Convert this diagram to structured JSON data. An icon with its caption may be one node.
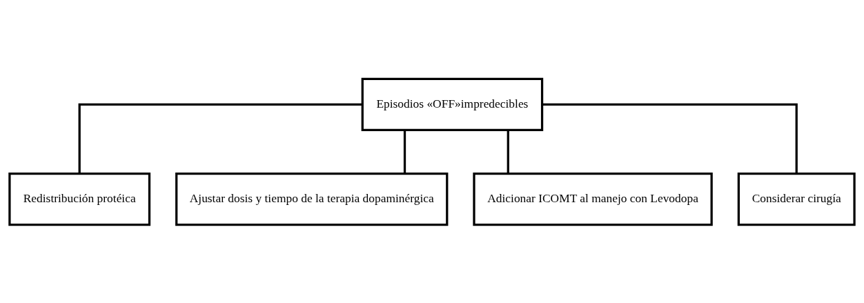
{
  "diagram": {
    "nodes": [
      {
        "text": [
          "Episodios «OFF»impredecibles"
        ]
      },
      {
        "text": [
          "Redistribución protéica"
        ]
      },
      {
        "text": [
          "Ajustar dosis y tiempo de la terapia dopaminérgica"
        ]
      },
      {
        "text": [
          "Adicionar ICOMT al manejo con Levodopa"
        ]
      },
      {
        "text": [
          "Considerar cirugía"
        ]
      }
    ],
    "edges": [
      {
        "from": 0,
        "to": 1,
        "arrow": "none"
      },
      {
        "from": 0,
        "to": 2,
        "arrow": "none"
      },
      {
        "from": 0,
        "to": 3,
        "arrow": "none"
      },
      {
        "from": 0,
        "to": 4,
        "arrow": "none"
      }
    ]
  }
}
